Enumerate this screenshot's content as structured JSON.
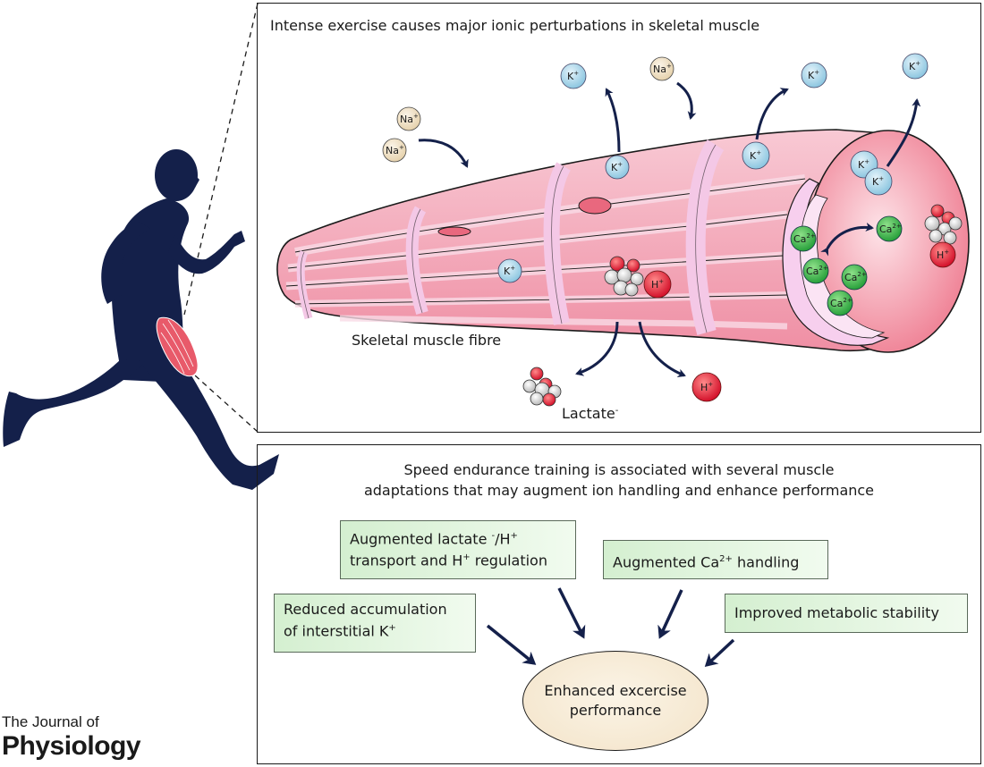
{
  "top_panel": {
    "title": "Intense exercise causes major ionic perturbations in skeletal muscle",
    "fibre_label": "Skeletal muscle fibre",
    "lactate_label": "Lactate",
    "lactate_charge": "-",
    "ions": {
      "k_main": "K",
      "k_sup": "+",
      "na_main": "Na",
      "na_sup": "+",
      "h_main": "H",
      "h_sup": "+",
      "ca_main": "Ca",
      "ca_sup": "2+"
    }
  },
  "bottom_panel": {
    "title_line1": "Speed endurance training is associated with several muscle",
    "title_line2": "adaptations that may augment ion handling and enhance performance",
    "box_lactate_line1_prefix": "Augmented lactate ",
    "box_lactate_line1_sup1": "-",
    "box_lactate_line1_mid": "/H",
    "box_lactate_line1_sup2": "+",
    "box_lactate_line2_prefix": "transport and H",
    "box_lactate_line2_sup": "+",
    "box_lactate_line2_suffix": " regulation",
    "box_calcium_prefix": "Augmented Ca",
    "box_calcium_sup": "2+",
    "box_calcium_suffix": " handling",
    "box_potassium_line1": "Reduced accumulation",
    "box_potassium_line2_prefix": "of interstitial K",
    "box_potassium_line2_sup": "+",
    "box_metabolic": "Improved metabolic stability",
    "outcome_line1": "Enhanced excercise",
    "outcome_line2": "performance"
  },
  "journal": {
    "line1": "The Journal of",
    "line2": "Physiology"
  },
  "colors": {
    "navy": "#14204a",
    "fibre_pink": "#f2a8b8",
    "fibre_light": "#f7d3ec",
    "k_blue": "#a9d6ea",
    "na_beige": "#f1e3c9",
    "h_red": "#e2283a",
    "ca_green": "#3cb54a",
    "box_green": "#d4efd0",
    "outcome_beige": "#f3e3c8"
  }
}
